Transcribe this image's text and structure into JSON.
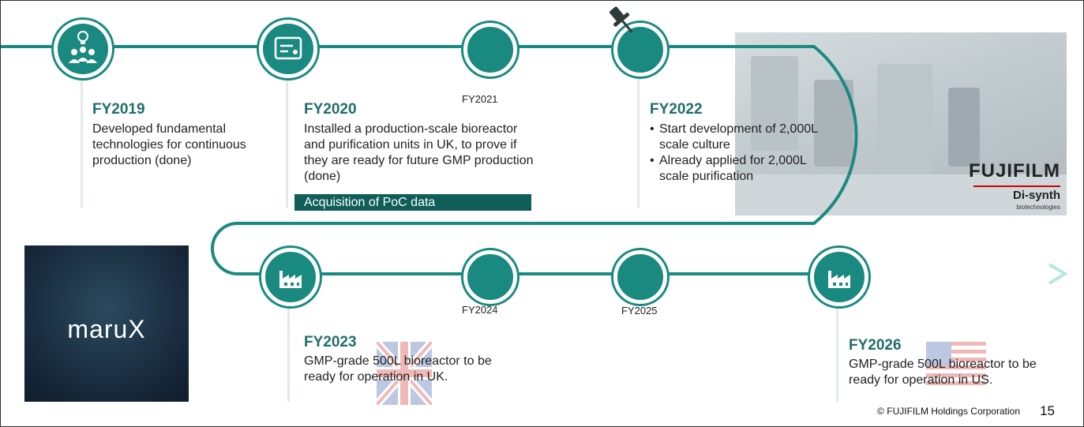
{
  "timeline": {
    "fy2019": {
      "head": "FY2019",
      "text": "Developed fundamental technologies for continuous production (done)"
    },
    "fy2020": {
      "head": "FY2020",
      "text": "Installed a production-scale bioreactor and purification units in UK, to prove if they are ready for future GMP production (done)",
      "badge": "Acquisition of PoC data"
    },
    "fy2021": {
      "label": "FY2021"
    },
    "fy2022": {
      "head": "FY2022",
      "bullets": [
        "Start development of 2,000L scale culture",
        "Already applied for 2,000L scale purification"
      ]
    },
    "fy2023": {
      "head": "FY2023",
      "text": "GMP-grade 500L bioreactor to be ready for operation in UK."
    },
    "fy2024": {
      "label": "FY2024"
    },
    "fy2025": {
      "label": "FY2025"
    },
    "fy2026": {
      "head": "FY2026",
      "text": "GMP-grade 500L bioreactor to be ready for operation in US."
    }
  },
  "photo": {
    "brand": "FUJIFILM",
    "sub_brand": "Di-synth",
    "sub_brand_tag": "biotechnologies"
  },
  "logo_tile": {
    "text": "maruX"
  },
  "footer": {
    "copyright": "© FUJIFILM Holdings Corporation",
    "page": "15"
  },
  "colors": {
    "teal": "#1a8a80",
    "dark_teal": "#0f5e57",
    "accent_teal": "#1f6e68"
  },
  "icons": [
    "people-idea-icon",
    "certificate-icon",
    "factory-icon",
    "pushpin-icon",
    "arrow-right-icon",
    "uk-flag-icon",
    "us-flag-icon"
  ]
}
